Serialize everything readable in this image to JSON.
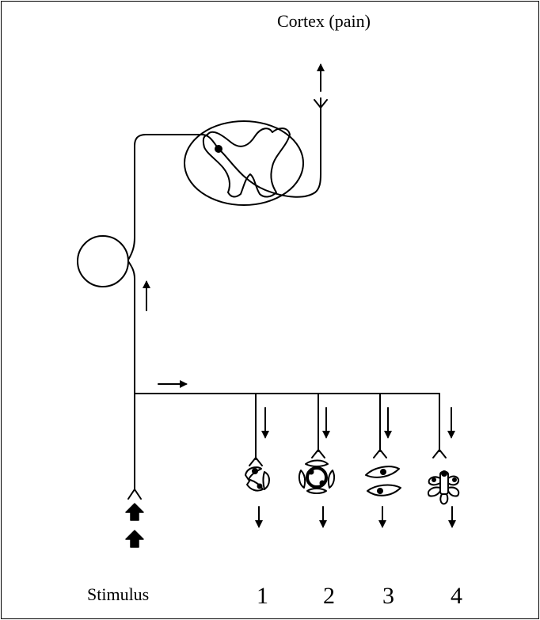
{
  "title": "Cortex (pain)",
  "stimulus_label": "Stimulus",
  "targets": [
    {
      "number": "1"
    },
    {
      "number": "2"
    },
    {
      "number": "3"
    },
    {
      "number": "4"
    }
  ],
  "colors": {
    "stroke": "#000000",
    "background": "#ffffff"
  }
}
